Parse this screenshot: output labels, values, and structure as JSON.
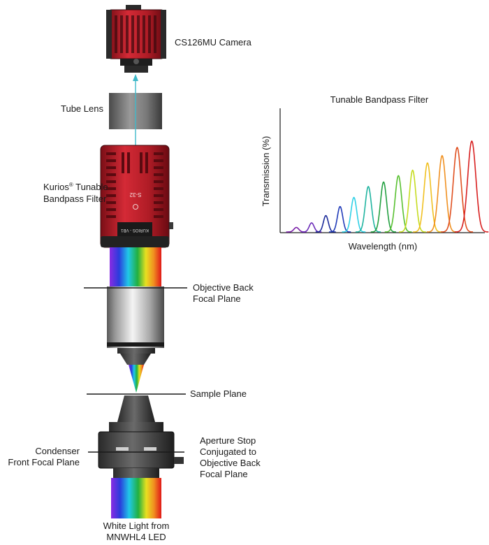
{
  "labels": {
    "camera": "CS126MU Camera",
    "tube_lens": "Tube Lens",
    "kurios_line1": "Kurios",
    "kurios_reg": "®",
    "kurios_line1_rest": " Tunable",
    "kurios_line2": "Bandpass Filter",
    "objective_line1": "Objective Back",
    "objective_line2": "Focal Plane",
    "sample_plane": "Sample Plane",
    "condenser_line1": "Condenser",
    "condenser_line2": "Front Focal Plane",
    "aperture_line1": "Aperture Stop",
    "aperture_line2": "Conjugated to",
    "aperture_line3": "Objective Back",
    "aperture_line4": "Focal Plane",
    "light_line1": "White Light from",
    "light_line2": "MNWHL4 LED"
  },
  "device_text": {
    "filter_model": "S-32",
    "filter_plate": "KURIOS - VB1"
  },
  "colors": {
    "camera_red": "#c8202c",
    "filter_red": "#b01c26",
    "beam": "#3fb9c9"
  },
  "chart_data": {
    "type": "line",
    "title": "Tunable Bandpass Filter",
    "xlabel": "Wavelength (nm)",
    "ylabel": "Transmission (%)",
    "xlim": [
      0,
      100
    ],
    "ylim": [
      0,
      100
    ],
    "grid": false,
    "series": [
      {
        "center": 7.3,
        "peak": 5,
        "width": 1.2,
        "color": "#7a1fa8"
      },
      {
        "center": 14.8,
        "peak": 10,
        "width": 1.2,
        "color": "#6a2ab8"
      },
      {
        "center": 21.8,
        "peak": 18,
        "width": 1.2,
        "color": "#1a2a9a"
      },
      {
        "center": 28.8,
        "peak": 28,
        "width": 1.3,
        "color": "#1f3ab8"
      },
      {
        "center": 35.6,
        "peak": 38,
        "width": 1.4,
        "color": "#2fd0e6"
      },
      {
        "center": 42.7,
        "peak": 50,
        "width": 1.5,
        "color": "#20b4a0"
      },
      {
        "center": 50.2,
        "peak": 55,
        "width": 1.5,
        "color": "#22a040"
      },
      {
        "center": 57.5,
        "peak": 62,
        "width": 1.6,
        "color": "#58c030"
      },
      {
        "center": 64.5,
        "peak": 68,
        "width": 1.6,
        "color": "#c6dc20"
      },
      {
        "center": 71.8,
        "peak": 76,
        "width": 1.7,
        "color": "#f0c020"
      },
      {
        "center": 79.0,
        "peak": 84,
        "width": 1.8,
        "color": "#f09020"
      },
      {
        "center": 86.4,
        "peak": 93,
        "width": 1.9,
        "color": "#e05020"
      },
      {
        "center": 93.6,
        "peak": 100,
        "width": 2.0,
        "color": "#d82020"
      }
    ]
  }
}
